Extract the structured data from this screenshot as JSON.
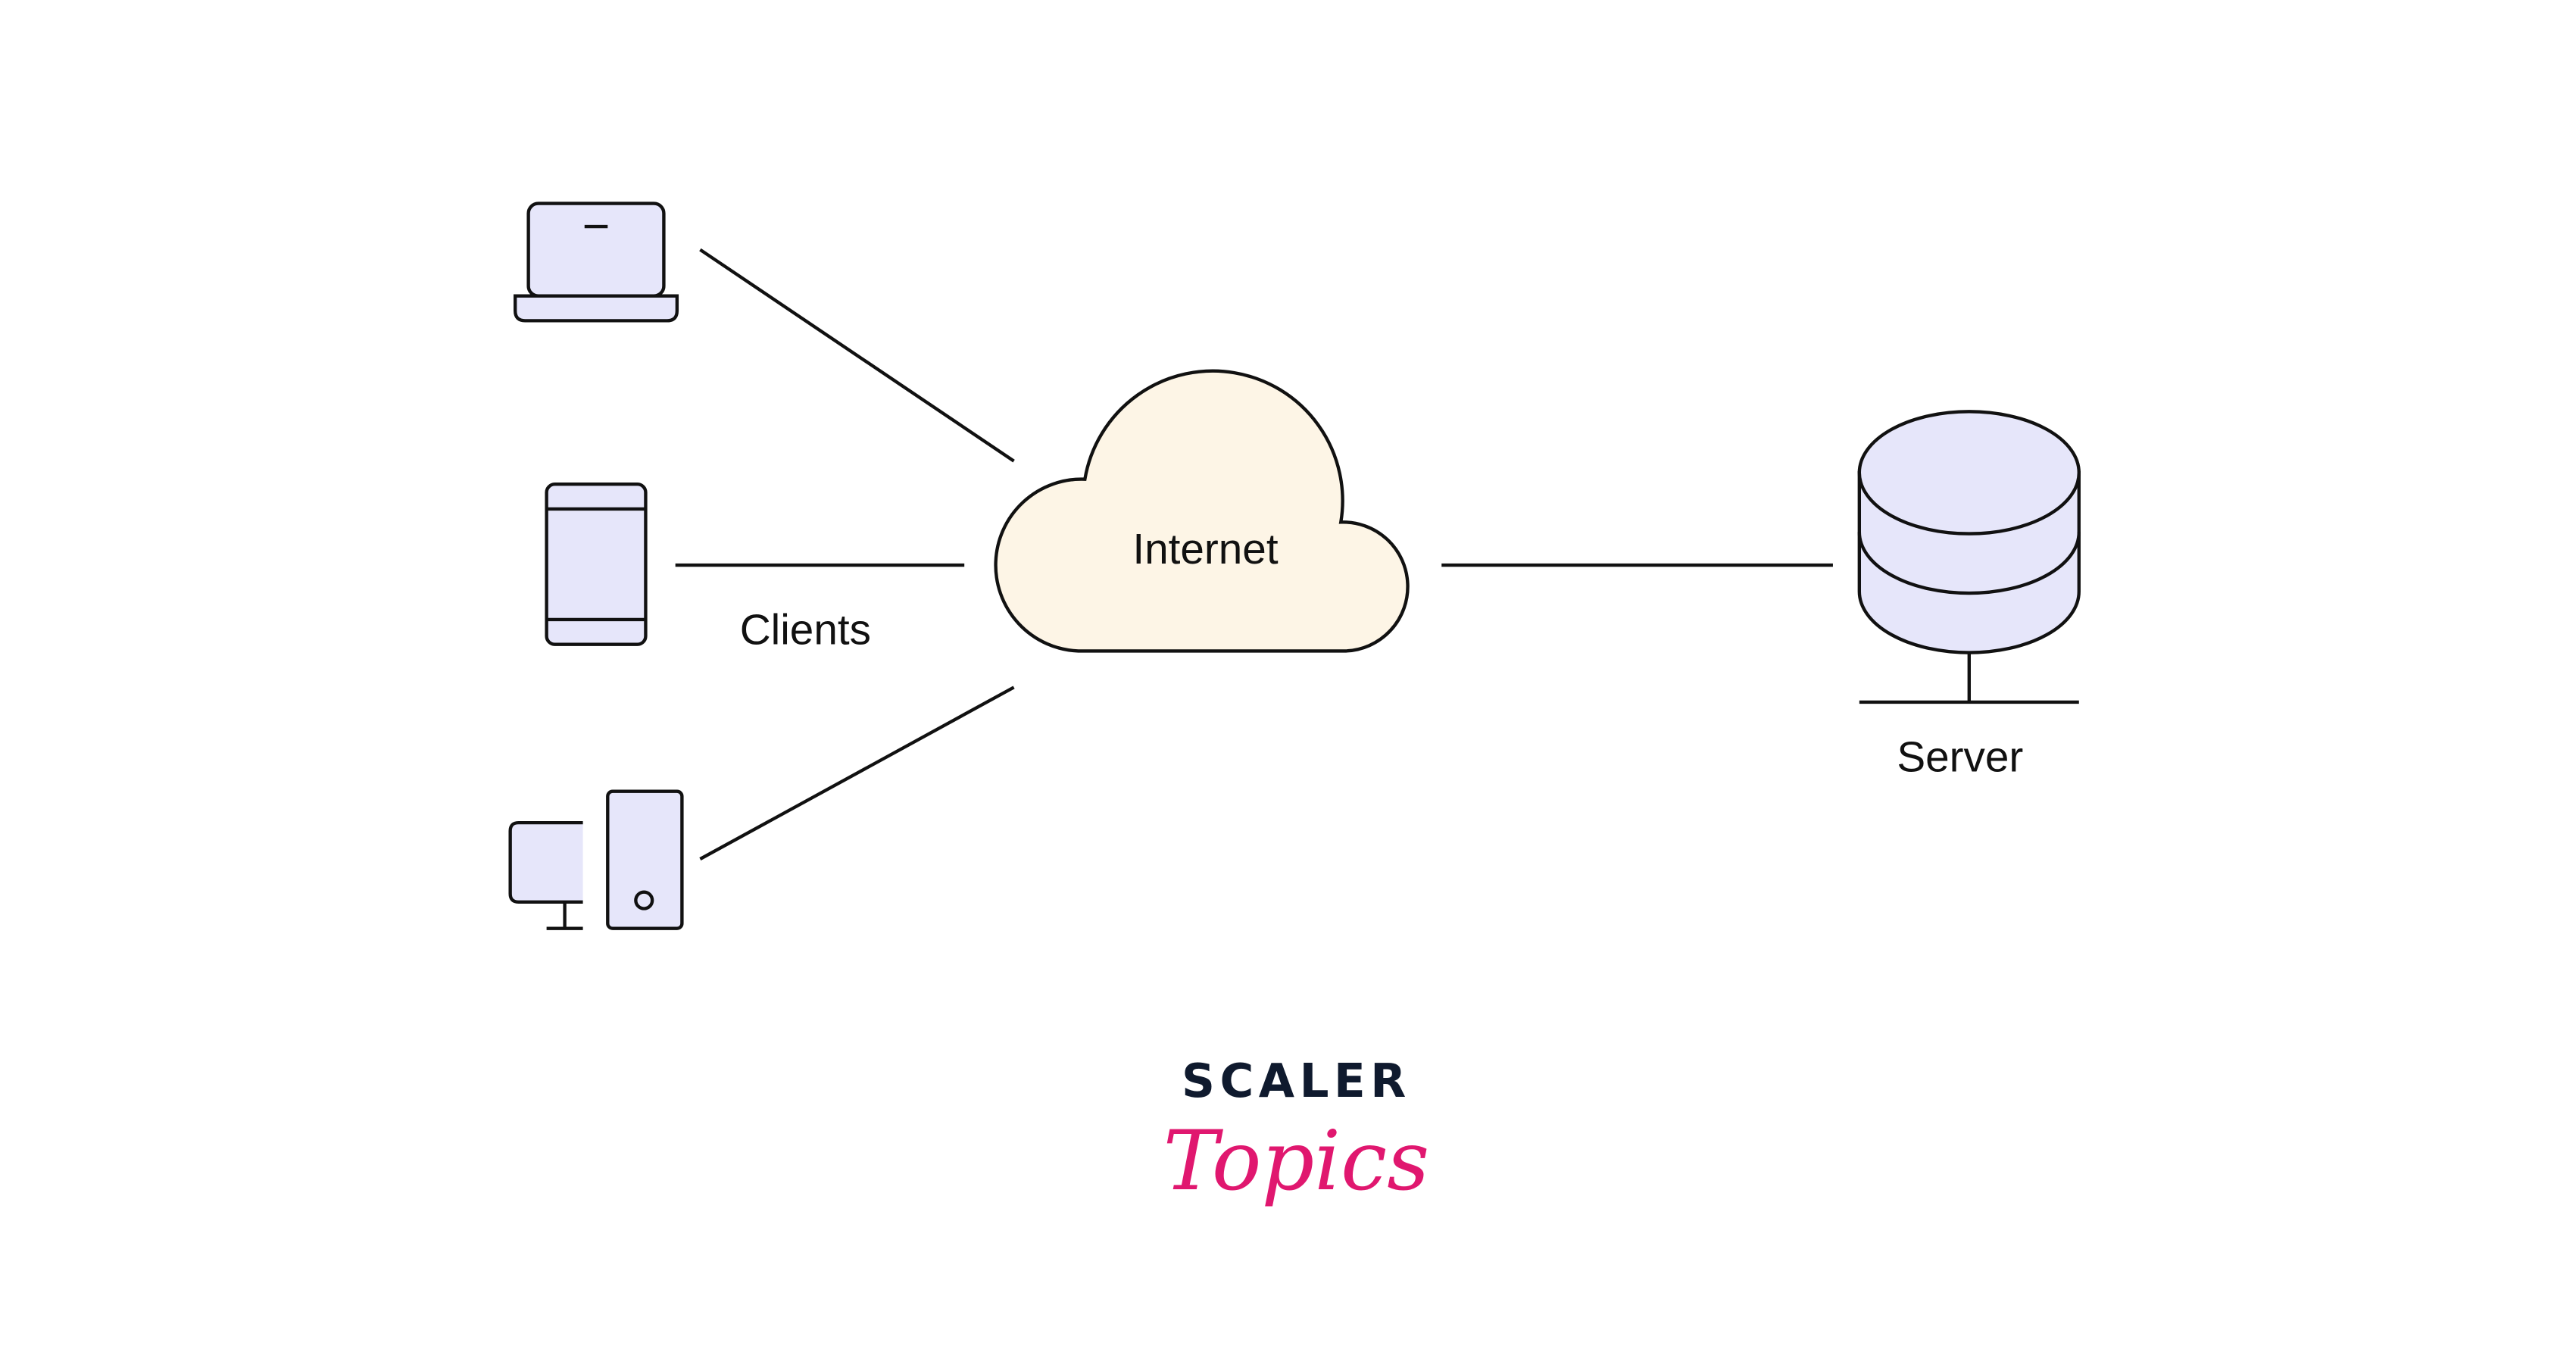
{
  "labels": {
    "clients": "Clients",
    "internet": "Internet",
    "server": "Server"
  },
  "logo": {
    "line1": "SCALER",
    "line2": "Topics"
  },
  "colors": {
    "device_fill": "#e6e6fa",
    "cloud_fill": "#fdf5e6",
    "stroke": "#111111",
    "logo_navy": "#0f1a2e",
    "logo_pink": "#e0176f"
  },
  "icons": [
    "laptop-icon",
    "smartphone-icon",
    "desktop-computer-icon",
    "cloud-icon",
    "database-server-icon"
  ]
}
